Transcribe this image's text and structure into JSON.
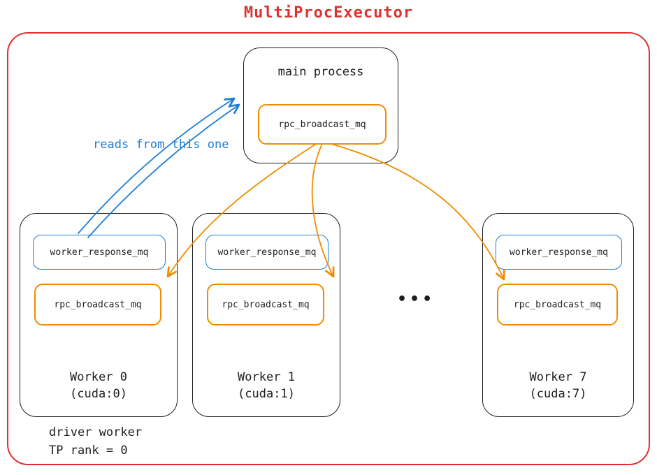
{
  "title": "MultiProcExecutor",
  "colors": {
    "frame_red": "#e03131",
    "queue_orange": "#f08c00",
    "queue_blue": "#1c7ed6",
    "text_black": "#1e1e1e"
  },
  "main_process": {
    "label": "main process",
    "broadcast_queue": "rpc_broadcast_mq"
  },
  "annotation": {
    "reads_label": "reads from this one"
  },
  "workers": [
    {
      "name": "Worker 0",
      "device": "(cuda:0)",
      "response_queue": "worker_response_mq",
      "broadcast_queue": "rpc_broadcast_mq"
    },
    {
      "name": "Worker 1",
      "device": "(cuda:1)",
      "response_queue": "worker_response_mq",
      "broadcast_queue": "rpc_broadcast_mq"
    },
    {
      "name": "Worker 7",
      "device": "(cuda:7)",
      "response_queue": "worker_response_mq",
      "broadcast_queue": "rpc_broadcast_mq"
    }
  ],
  "ellipsis": "•••",
  "footnote": {
    "line1": "driver worker",
    "line2": "TP rank = 0"
  }
}
